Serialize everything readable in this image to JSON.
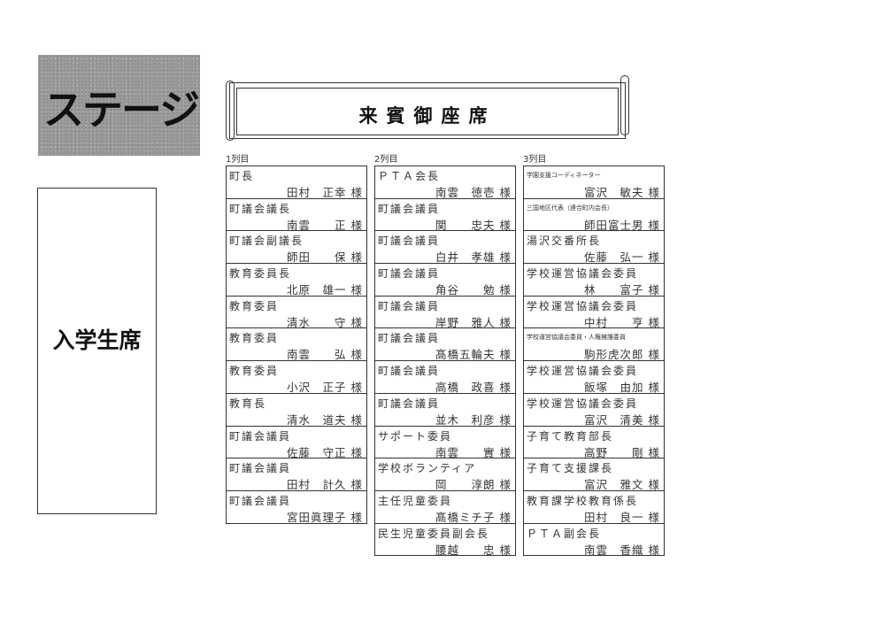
{
  "stage_label": "ステージ",
  "students_label": "入学生席",
  "title": "来賓御座席",
  "columns": [
    {
      "label": "1列目",
      "entries": [
        {
          "role": "町長",
          "name": "田村　正幸 様"
        },
        {
          "role": "町議会議長",
          "name": "南雲　　正 様"
        },
        {
          "role": "町議会副議長",
          "name": "師田　　保 様"
        },
        {
          "role": "教育委員長",
          "name": "北原　雄一 様"
        },
        {
          "role": "教育委員",
          "name": "清水　　守 様"
        },
        {
          "role": "教育委員",
          "name": "南雲　　弘 様"
        },
        {
          "role": "教育委員",
          "name": "小沢　正子 様"
        },
        {
          "role": "教育長",
          "name": "清水　道夫 様"
        },
        {
          "role": "町議会議員",
          "name": "佐藤　守正 様"
        },
        {
          "role": "町議会議員",
          "name": "田村　計久 様"
        },
        {
          "role": "町議会議員",
          "name": "宮田眞理子 様"
        }
      ]
    },
    {
      "label": "2列目",
      "entries": [
        {
          "role": "ＰＴＡ会長",
          "name": "南雲　徳壱 様"
        },
        {
          "role": "町議会議員",
          "name": "関　　忠夫 様"
        },
        {
          "role": "町議会議員",
          "name": "白井　孝雄 様"
        },
        {
          "role": "町議会議員",
          "name": "角谷　　勉 様"
        },
        {
          "role": "町議会議員",
          "name": "岸野　雅人 様"
        },
        {
          "role": "町議会議員",
          "name": "髙橋五輪夫 様"
        },
        {
          "role": "町議会議員",
          "name": "高橋　政喜 様"
        },
        {
          "role": "町議会議員",
          "name": "並木　利彦 様"
        },
        {
          "role": "サポート委員",
          "name": "南雲　　實 様"
        },
        {
          "role": "学校ボランティア",
          "name": "岡　　淳朗 様"
        },
        {
          "role": "主任児童委員",
          "name": "髙橋ミチ子 様"
        },
        {
          "role": "民生児童委員副会長",
          "name": "腰越　　忠 様"
        }
      ]
    },
    {
      "label": "3列目",
      "entries": [
        {
          "role": "学園支援コーディネーター",
          "name": "富沢　敏夫 様",
          "small": true
        },
        {
          "role": "三国地区代表（連合町内会長）",
          "name": "師田富士男 様",
          "small": true
        },
        {
          "role": "湯沢交番所長",
          "name": "佐藤　弘一 様"
        },
        {
          "role": "学校運営協議会委員",
          "name": "林　　富子 様"
        },
        {
          "role": "学校運営協議会委員",
          "name": "中村　　亨 様"
        },
        {
          "role": "学校運営協議会委員・人権擁護委員",
          "name": "駒形虎次郎 様",
          "small": true
        },
        {
          "role": "学校運営協議会委員",
          "name": "飯塚　由加 様"
        },
        {
          "role": "学校運営協議会委員",
          "name": "富沢　清美 様"
        },
        {
          "role": "子育て教育部長",
          "name": "高野　　剛 様"
        },
        {
          "role": "子育て支援課長",
          "name": "富沢　雅文 様"
        },
        {
          "role": "教育課学校教育係長",
          "name": "田村　良一 様"
        },
        {
          "role": "ＰＴＡ副会長",
          "name": "南雲　香織 様"
        }
      ]
    }
  ]
}
